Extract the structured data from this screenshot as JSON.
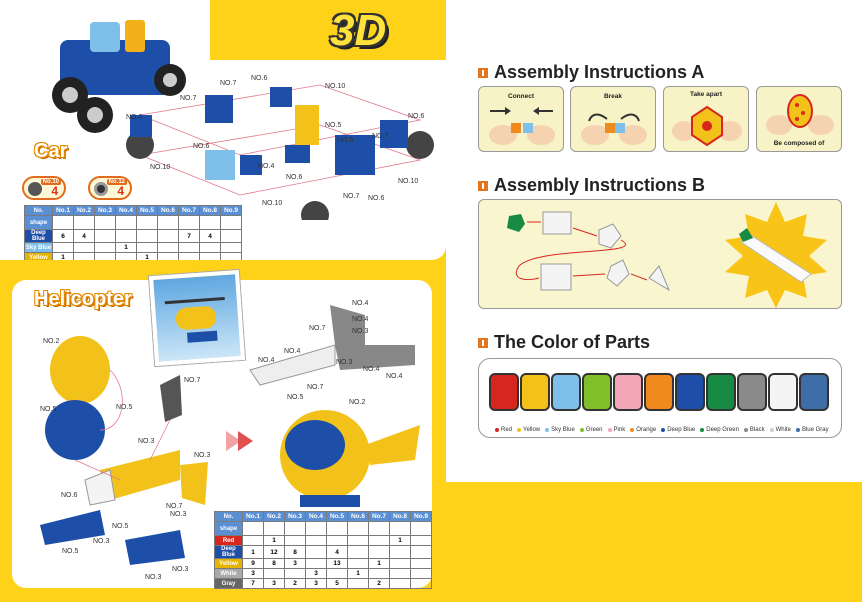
{
  "left_top": {
    "badge_3d": "3D",
    "title": "Car",
    "badges": [
      {
        "no": "No.10",
        "count": "4"
      },
      {
        "no": "No.12",
        "count": "4"
      }
    ],
    "labels": [
      "NO.7",
      "NO.6",
      "NO.10",
      "NO.7",
      "NO.5",
      "NO.6",
      "NO.6",
      "NO.4",
      "NO.6",
      "NO.7",
      "NO.10",
      "NO.6",
      "NO.6",
      "NO.10",
      "NO.10",
      "NO.7",
      "NO.6",
      "NO.10"
    ],
    "table": {
      "headers": [
        "No.",
        "No.1",
        "No.2",
        "No.3",
        "No.4",
        "No.5",
        "No.6",
        "No.7",
        "No.8",
        "No.9"
      ],
      "rows": [
        {
          "label": "shape",
          "cells": [
            "",
            "",
            "",
            "",
            "",
            "",
            "",
            "",
            ""
          ]
        },
        {
          "label": "Deep Blue",
          "cells": [
            "6",
            "4",
            "",
            "",
            "",
            "",
            "7",
            "4",
            ""
          ]
        },
        {
          "label": "Sky Blue",
          "cells": [
            "",
            "",
            "",
            "1",
            "",
            "",
            "",
            "",
            ""
          ]
        },
        {
          "label": "Yellow",
          "cells": [
            "1",
            "",
            "",
            "",
            "1",
            "",
            "",
            "",
            ""
          ]
        }
      ]
    }
  },
  "left_bottom": {
    "title": "Helicopter",
    "labels": [
      "NO.2",
      "NO.5",
      "NO.5",
      "NO.3",
      "NO.7",
      "NO.3",
      "NO.6",
      "NO.5",
      "NO.3",
      "NO.5",
      "NO.3",
      "NO.3",
      "NO.7",
      "NO.3",
      "NO.4",
      "NO.4",
      "NO.3",
      "NO.7",
      "NO.4",
      "NO.4",
      "NO.3",
      "NO.4",
      "NO.4",
      "NO.7",
      "NO.5",
      "NO.2"
    ],
    "table": {
      "headers": [
        "No.",
        "No.1",
        "No.2",
        "No.3",
        "No.4",
        "No.5",
        "No.6",
        "No.7",
        "No.8",
        "No.9"
      ],
      "rows": [
        {
          "label": "shape",
          "cells": [
            "",
            "",
            "",
            "",
            "",
            "",
            "",
            "",
            ""
          ]
        },
        {
          "label": "Red",
          "cells": [
            "",
            "1",
            "",
            "",
            "",
            "",
            "",
            "1",
            ""
          ]
        },
        {
          "label": "Deep Blue",
          "cells": [
            "1",
            "12",
            "8",
            "",
            "4",
            "",
            "",
            "",
            ""
          ]
        },
        {
          "label": "Yellow",
          "cells": [
            "9",
            "8",
            "3",
            "",
            "13",
            "",
            "1",
            "",
            ""
          ]
        },
        {
          "label": "White",
          "cells": [
            "3",
            "",
            "",
            "3",
            "",
            "1",
            "",
            "",
            ""
          ]
        },
        {
          "label": "Gray",
          "cells": [
            "7",
            "3",
            "2",
            "3",
            "5",
            "",
            "2",
            "",
            ""
          ]
        }
      ]
    }
  },
  "right": {
    "section_a": {
      "title": "Assembly Instructions A",
      "steps": [
        "Connect",
        "Break",
        "Take apart",
        "Be composed of"
      ]
    },
    "section_b": {
      "title": "Assembly Instructions B"
    },
    "section_c": {
      "title": "The Color of Parts",
      "colors": [
        {
          "name": "Red",
          "hex": "#d7261e"
        },
        {
          "name": "Yellow",
          "hex": "#f2c21a"
        },
        {
          "name": "Sky Blue",
          "hex": "#7ec0ea"
        },
        {
          "name": "Green",
          "hex": "#7fbf2a"
        },
        {
          "name": "Pink",
          "hex": "#f2a7b6"
        },
        {
          "name": "Orange",
          "hex": "#ee8a1e"
        },
        {
          "name": "Deep Blue",
          "hex": "#1e4fa8"
        },
        {
          "name": "Deep Green",
          "hex": "#178a44"
        },
        {
          "name": "Black",
          "hex": "#8a8a8a"
        },
        {
          "name": "White",
          "hex": "#f4f4f4"
        },
        {
          "name": "Blue Gray",
          "hex": "#3f6da8"
        }
      ]
    }
  }
}
